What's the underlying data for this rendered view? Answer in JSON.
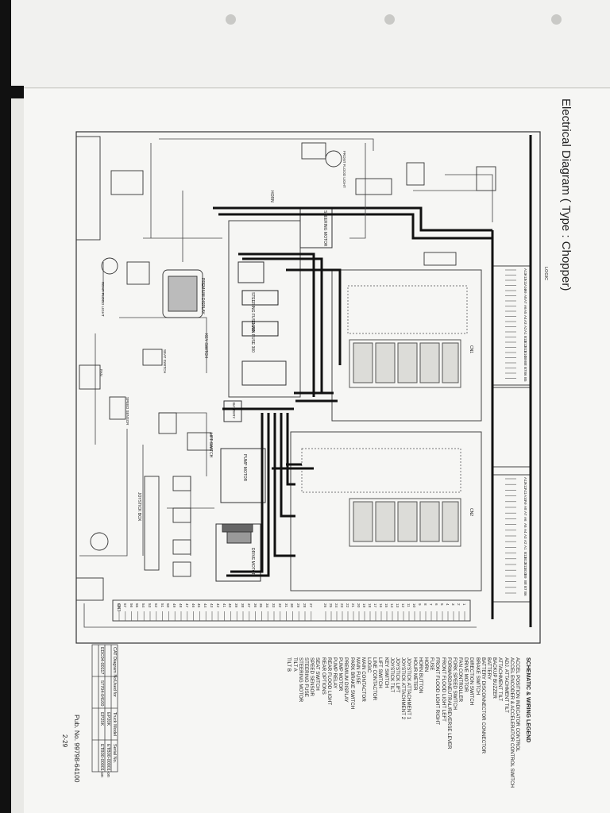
{
  "document": {
    "title": "Electrical Diagram ( Type : Chopper)",
    "page_number": "2-29",
    "publication": "Pub. No. 99798-64100"
  },
  "legend": {
    "title": "SCHEMATIC & WIRING LEGEND",
    "items": [
      "ACCEL POSITION INDICATOR CONTROL",
      "ACCEL ENCODER & ACCELERATOR CONTROL SWITCH",
      "ADJ. ATTACHMENT TILT",
      "ATTACHMENT TILT",
      "BACKUP BUZZER",
      "BATTERY",
      "BATTERY DISCONNECTOR CONNECTOR",
      "BRAKE SWITCH",
      "DIRECTION SWITCH",
      "DRIVE MOTOR",
      "FAN CONTROLLER",
      "FORK SPEED SWITCH",
      "FORWARD/NEUTRAL/REVERSE LEVER",
      "FRONT FLOOD LIGHT LEFT",
      "FRONT FLOOD LIGHT RIGHT",
      "FUSE",
      "HORN",
      "HORN BUTTON",
      "HOUR METER",
      "JOYSTICK ATTACHMENT 1",
      "JOYSTICK ATTACHMENT 2",
      "JOYSTICK LIFT",
      "JOYSTICK TILT",
      "KEY SWITCH",
      "LIFT SWITCH",
      "LINE CONTACTOR",
      "LOGIC",
      "MAIN CONTACTOR",
      "MAIN FUSE",
      "PARK BRAKE SWITCH",
      "PREMIUM DISPLAY",
      "PUMP MOTOR",
      "PUMP RELAY",
      "REAR FLOOD LIGHT",
      "REAR OPTIONS",
      "SEAT SWITCH",
      "SPEED SENSOR",
      "STEERING FUSE",
      "STEERING MOTOR",
      "TILT A",
      "TILT B"
    ]
  },
  "connector_table": {
    "headers": [
      "CAT Diagram No.",
      "Used for",
      "Truck Model",
      "Serial No."
    ],
    "rows": [
      [
        "EDC04-00117",
        "57704-04100",
        "EP20K",
        "ETB00-00001-on"
      ],
      [
        "",
        "",
        "EP25K",
        "ETB00-00001-on"
      ]
    ]
  },
  "components": {
    "steering_fuse": "STEERING FUSE 100",
    "main_fuse": "MAIN FUSE 300",
    "pump_motor": "PUMP MOTOR",
    "drive_motor": "DRIVE MOTOR",
    "steering_motor": "STEERING MOTOR",
    "battery": "BATTERY",
    "key_switch": "KEY SWITCH",
    "horn": "HORN",
    "lift_switch": "LIFT SWITCH",
    "joystick_box": "JOYSTICK BOX",
    "logic_top": "LOGIC",
    "premium_display": "PREMIUM DISPLAY",
    "rear_flood": "REAR FLOOD LIGHT",
    "front_flood": "FRONT FLOOD LIGHT",
    "seat_switch": "SEAT SWITCH",
    "fan": "FAN",
    "speed_sensor": "SPEED SENSOR",
    "cn1": "CN1",
    "cn2": "CN2",
    "cn3": "CN3"
  },
  "pin_labels": {
    "bottom_strip_left": [
      "58",
      "57",
      "56",
      "55",
      "54",
      "53",
      "52",
      "51",
      "50",
      "49",
      "48",
      "47",
      "46",
      "45",
      "44",
      "43",
      "42",
      "41",
      "40",
      "39",
      "38",
      "37",
      "36",
      "35",
      "34",
      "33",
      "32",
      "31",
      "30",
      "29",
      "28",
      "27"
    ],
    "bottom_strip_right": [
      "26",
      "25",
      "24",
      "23",
      "22",
      "21",
      "20",
      "19",
      "18",
      "17",
      "16",
      "15",
      "14",
      "13",
      "12",
      "11",
      "10",
      "9",
      "8",
      "7",
      "6",
      "5",
      "4",
      "3",
      "2",
      "1"
    ],
    "logic_top_pins": [
      "A13",
      "A12",
      "A11",
      "A10",
      "A9",
      "A8",
      "A7",
      "A6",
      "A5",
      "A4",
      "A3",
      "A2",
      "A1",
      "B13",
      "B12",
      "B11",
      "B10",
      "B9",
      "B8",
      "B7",
      "B6",
      "B5"
    ],
    "logic_bottom_pins": [
      "A13",
      "A12",
      "A11",
      "A10",
      "A9",
      "A8",
      "A7",
      "A6",
      "A5",
      "A4",
      "A3",
      "A2",
      "A1",
      "B13",
      "B12",
      "B11",
      "B10",
      "B9",
      "B8",
      "B7",
      "B6"
    ]
  },
  "colors": {
    "wire_heavy": "#111111",
    "wire_light": "#3a3a3a",
    "paper": "#f6f6f4"
  }
}
